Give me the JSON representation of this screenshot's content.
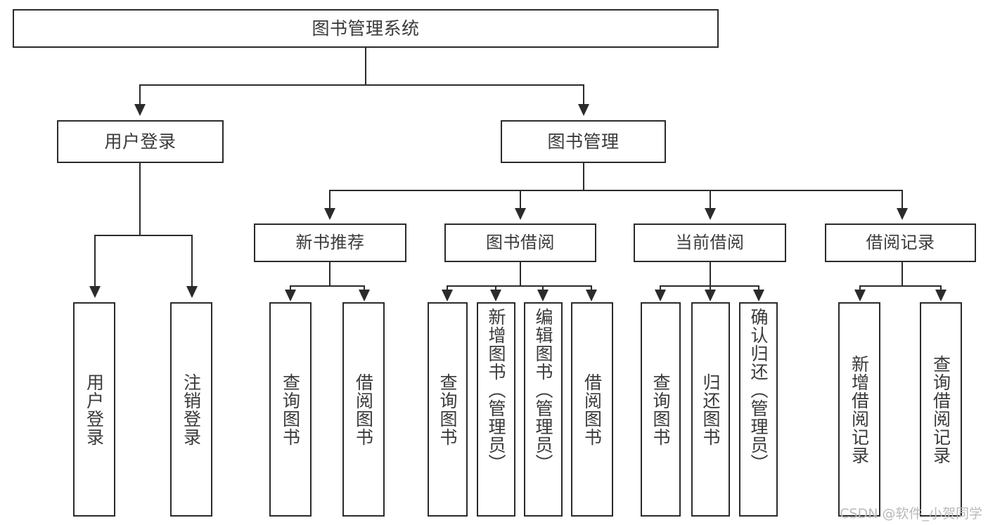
{
  "diagram": {
    "type": "tree",
    "title": "图书管理系统",
    "watermark": "CSDN @软件_小贺同学",
    "colors": {
      "box_border": "#2b2b2b",
      "box_fill": "#ffffff",
      "text": "#3a3a3a",
      "edge": "#2b2b2b",
      "watermark": "#b9b9b9",
      "background": "#ffffff"
    },
    "nodes": {
      "root": {
        "label": "图书管理系统"
      },
      "level1": [
        {
          "label": "用户登录"
        },
        {
          "label": "图书管理"
        }
      ],
      "level2": [
        {
          "label": "新书推荐"
        },
        {
          "label": "图书借阅"
        },
        {
          "label": "当前借阅"
        },
        {
          "label": "借阅记录"
        }
      ],
      "leaves": {
        "user_login": [
          {
            "label": "用户登录"
          },
          {
            "label": "注销登录"
          }
        ],
        "new_book_recommend": [
          {
            "label": "查询图书"
          },
          {
            "label": "借阅图书"
          }
        ],
        "book_borrow": [
          {
            "label": "查询图书"
          },
          {
            "label": "新增图书（管理员）"
          },
          {
            "label": "编辑图书（管理员）"
          },
          {
            "label": "借阅图书"
          }
        ],
        "current_borrow": [
          {
            "label": "查询图书"
          },
          {
            "label": "归还图书"
          },
          {
            "label": "确认归还（管理员）"
          }
        ],
        "borrow_record": [
          {
            "label": "新增借阅记录"
          },
          {
            "label": "查询借阅记录"
          }
        ]
      }
    }
  }
}
